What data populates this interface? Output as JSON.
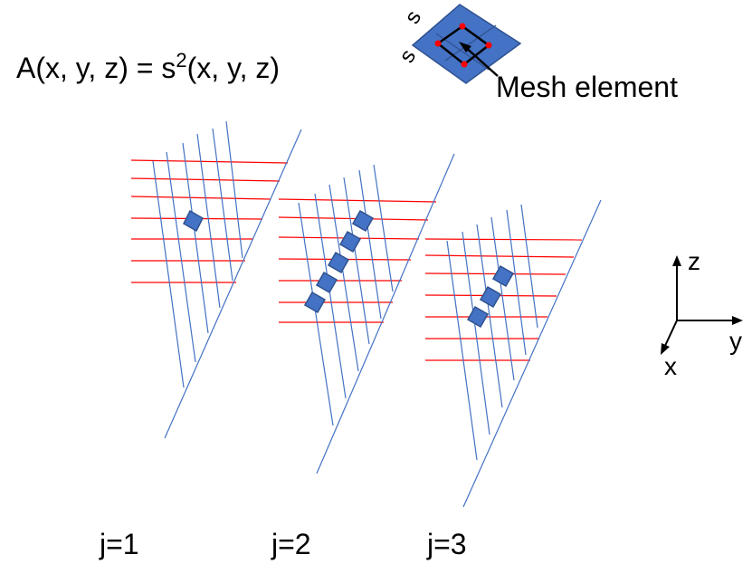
{
  "formula": {
    "lhs": "A(x, y, z) = s",
    "superscript": "2",
    "rhs": "(x, y, z)"
  },
  "mesh_element": {
    "label": "Mesh element",
    "side_label_top": "s",
    "side_label_left": "s"
  },
  "axes": {
    "z_label": "z",
    "y_label": "y",
    "x_label": "x"
  },
  "slices": [
    {
      "label": "j=1",
      "highlighted_elements": 1
    },
    {
      "label": "j=2",
      "highlighted_elements": 5
    },
    {
      "label": "j=3",
      "highlighted_elements": 3
    }
  ],
  "colors": {
    "grid_blue": "#4472c4",
    "grid_red": "#ff0000",
    "element_fill": "#4472c4",
    "element_stroke": "#2f528f",
    "text": "#000000"
  }
}
